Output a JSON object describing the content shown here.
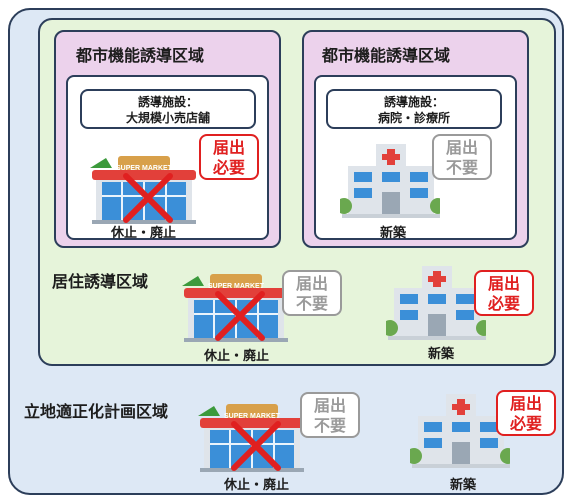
{
  "zones": {
    "siting_plan": "立地適正化計画区域",
    "residential": "居住誘導区域",
    "urban_left": "都市機能誘導区域",
    "urban_right": "都市機能誘導区域"
  },
  "facility_boxes": {
    "left": {
      "line1": "誘導施設：",
      "line2": "大規模小売店舗"
    },
    "right": {
      "line1": "誘導施設：",
      "line2": "病院・診療所"
    }
  },
  "badges": {
    "required_line1": "届出",
    "required_line2": "必要",
    "not_required_line1": "届出",
    "not_required_line2": "不要"
  },
  "captions": {
    "closure": "休止・廃止",
    "new_build": "新築"
  },
  "store_sign": "SUPER MARKET",
  "colors": {
    "required": "#e02020",
    "not_required": "#9a9a9a",
    "urban_zone": "#ecd2ec",
    "residential_zone": "#e6f4da",
    "siting_zone": "#dde8f5"
  }
}
